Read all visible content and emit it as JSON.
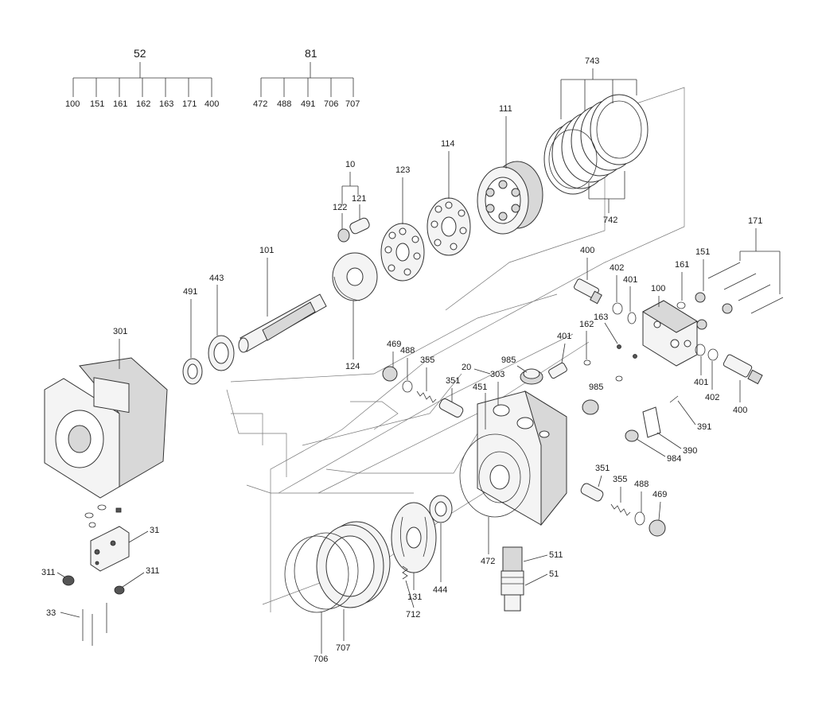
{
  "groups": {
    "g52": {
      "title": "52",
      "items": [
        "100",
        "151",
        "161",
        "162",
        "163",
        "171",
        "400"
      ]
    },
    "g81": {
      "title": "81",
      "items": [
        "472",
        "488",
        "491",
        "706",
        "707"
      ]
    }
  },
  "labels": {
    "p743": "743",
    "p111": "111",
    "p114": "114",
    "p123": "123",
    "p10": "10",
    "p121": "121",
    "p122": "122",
    "p101": "101",
    "p443": "443",
    "p491": "491",
    "p301": "301",
    "p124": "124",
    "p742": "742",
    "p400a": "400",
    "p402a": "402",
    "p401a": "401",
    "p100": "100",
    "p161": "161",
    "p151": "151",
    "p171": "171",
    "p163": "163",
    "p162": "162",
    "p401b": "401",
    "p402b": "402",
    "p400b": "400",
    "p469a": "469",
    "p488a": "488",
    "p355a": "355",
    "p351a": "351",
    "p20": "20",
    "p303": "303",
    "p451": "451",
    "p985a": "985",
    "p985b": "985",
    "p391": "391",
    "p390": "390",
    "p984": "984",
    "p351b": "351",
    "p355b": "355",
    "p488b": "488",
    "p469b": "469",
    "p31": "31",
    "p311a": "311",
    "p311b": "311",
    "p33": "33",
    "p706": "706",
    "p707": "707",
    "p712": "712",
    "p131": "131",
    "p444": "444",
    "p472": "472",
    "p511": "511",
    "p51": "51"
  }
}
